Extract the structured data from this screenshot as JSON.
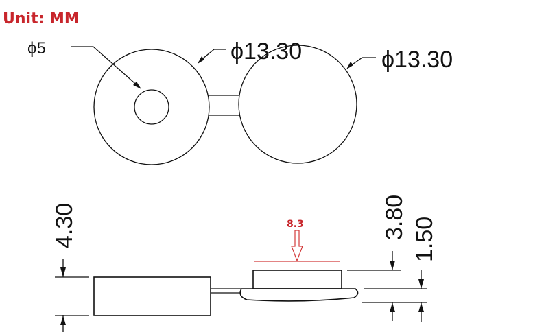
{
  "unit_label": "Unit: MM",
  "top_view": {
    "small_hole_dia": "ϕ5",
    "left_dia": "ϕ13.30",
    "right_dia": "ϕ13.30"
  },
  "side_view": {
    "left_height": "4.30",
    "right_overall_height": "3.80",
    "right_base_height": "1.50",
    "red_mark": "8.3"
  },
  "colors": {
    "accent_red": "#c8262c",
    "line": "#111111"
  }
}
